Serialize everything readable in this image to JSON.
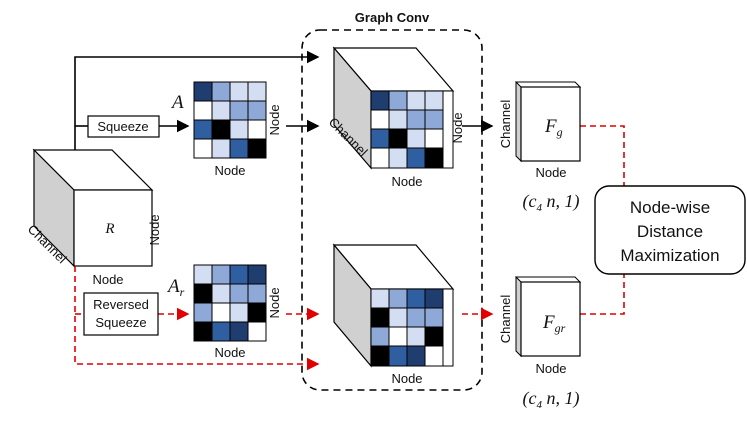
{
  "title": "Graph Conv",
  "feature_label": "R",
  "labels": {
    "channel": "Channel",
    "node": "Node"
  },
  "ops": {
    "squeeze": "Squeeze",
    "reversed_line1": "Reversed",
    "reversed_line2": "Squeeze"
  },
  "matrices": {
    "a": "A",
    "ar_base": "A",
    "ar_sub": "r"
  },
  "outputs": {
    "fg_base": "F",
    "fg_sub": "g",
    "fgr_base": "F",
    "fgr_sub": "gr",
    "dim_top": "(c",
    "dim_top_sub": "4",
    "dim_top_rest": " n, 1)",
    "dim_bot": "(c",
    "dim_bot_sub": "4",
    "dim_bot_rest": " n, 1)"
  },
  "maximize": {
    "line1": "Node-wise",
    "line2": "Distance",
    "line3": "Maximization"
  },
  "colors": {
    "arrow_solid": "#000000",
    "arrow_dashed": "#e00000",
    "dark_blue": "#1f3d6e",
    "mid_blue": "#2f5fa0",
    "light_blue": "#8ea9d8",
    "pale_blue": "#d4def2",
    "black": "#000000",
    "white": "#ffffff"
  }
}
